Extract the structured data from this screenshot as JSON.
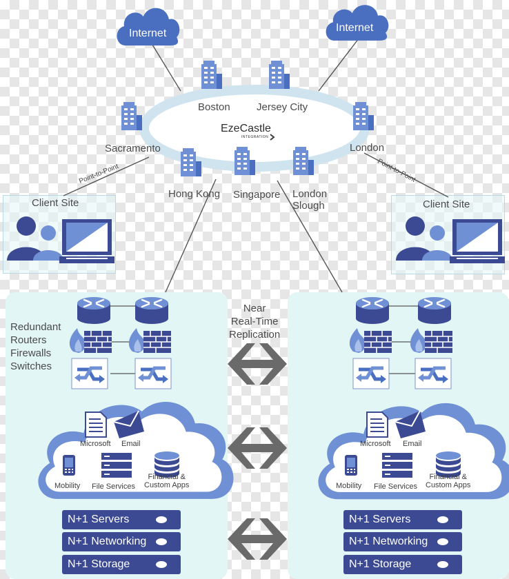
{
  "internet_labels": [
    "Internet",
    "Internet"
  ],
  "locations": {
    "boston": "Boston",
    "jersey_city": "Jersey City",
    "sacramento": "Sacramento",
    "london": "London",
    "hong_kong": "Hong Kong",
    "singapore": "Singapore",
    "london_slough": "London\nSlough"
  },
  "logo": {
    "name": "EzeCastle",
    "tagline": "INTEGRATION"
  },
  "point_to_point": [
    "Point-to-Point",
    "Point-to-Point"
  ],
  "client_site_labels": [
    "Client Site",
    "Client Site"
  ],
  "redundant_label": "Redundant\nRouters\nFirewalls\nSwitches",
  "replication_label": "Near\nReal-Time\nReplication",
  "cloud_services": {
    "microsoft": "Microsoft",
    "email": "Email",
    "mobility": "Mobility",
    "file_services": "File Services",
    "financial": "Financial &\nCustom Apps"
  },
  "tiers": [
    "N+1 Servers",
    "N+1 Networking",
    "N+1 Storage"
  ],
  "colors": {
    "accent_blue": "#4a6fc0",
    "icon_blue": "#6f90d4",
    "bar_navy": "#3c4a93",
    "ring_light": "#d5eaf2",
    "panel_bg": "#e3f6f6",
    "arrow_gray": "#6a6a6a"
  }
}
